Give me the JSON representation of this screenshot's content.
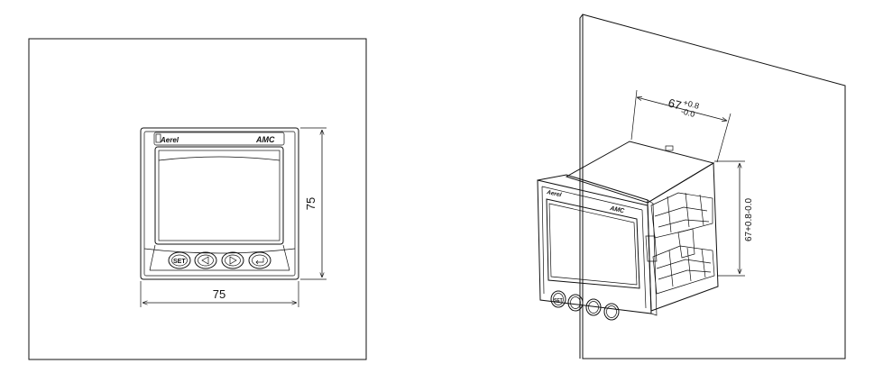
{
  "front_view": {
    "brand": "Aerel",
    "model": "AMC",
    "buttons": [
      "SET",
      "left",
      "right",
      "enter"
    ],
    "height_label": "75",
    "width_label": "75"
  },
  "iso_view": {
    "brand": "Aerel",
    "model": "AMC",
    "button_label": "SET",
    "cutout_width_base": "67",
    "cutout_width_tol_plus": "+0.8",
    "cutout_width_tol_minus": "-0.0",
    "cutout_height_label": "67+0.8-0.0"
  }
}
